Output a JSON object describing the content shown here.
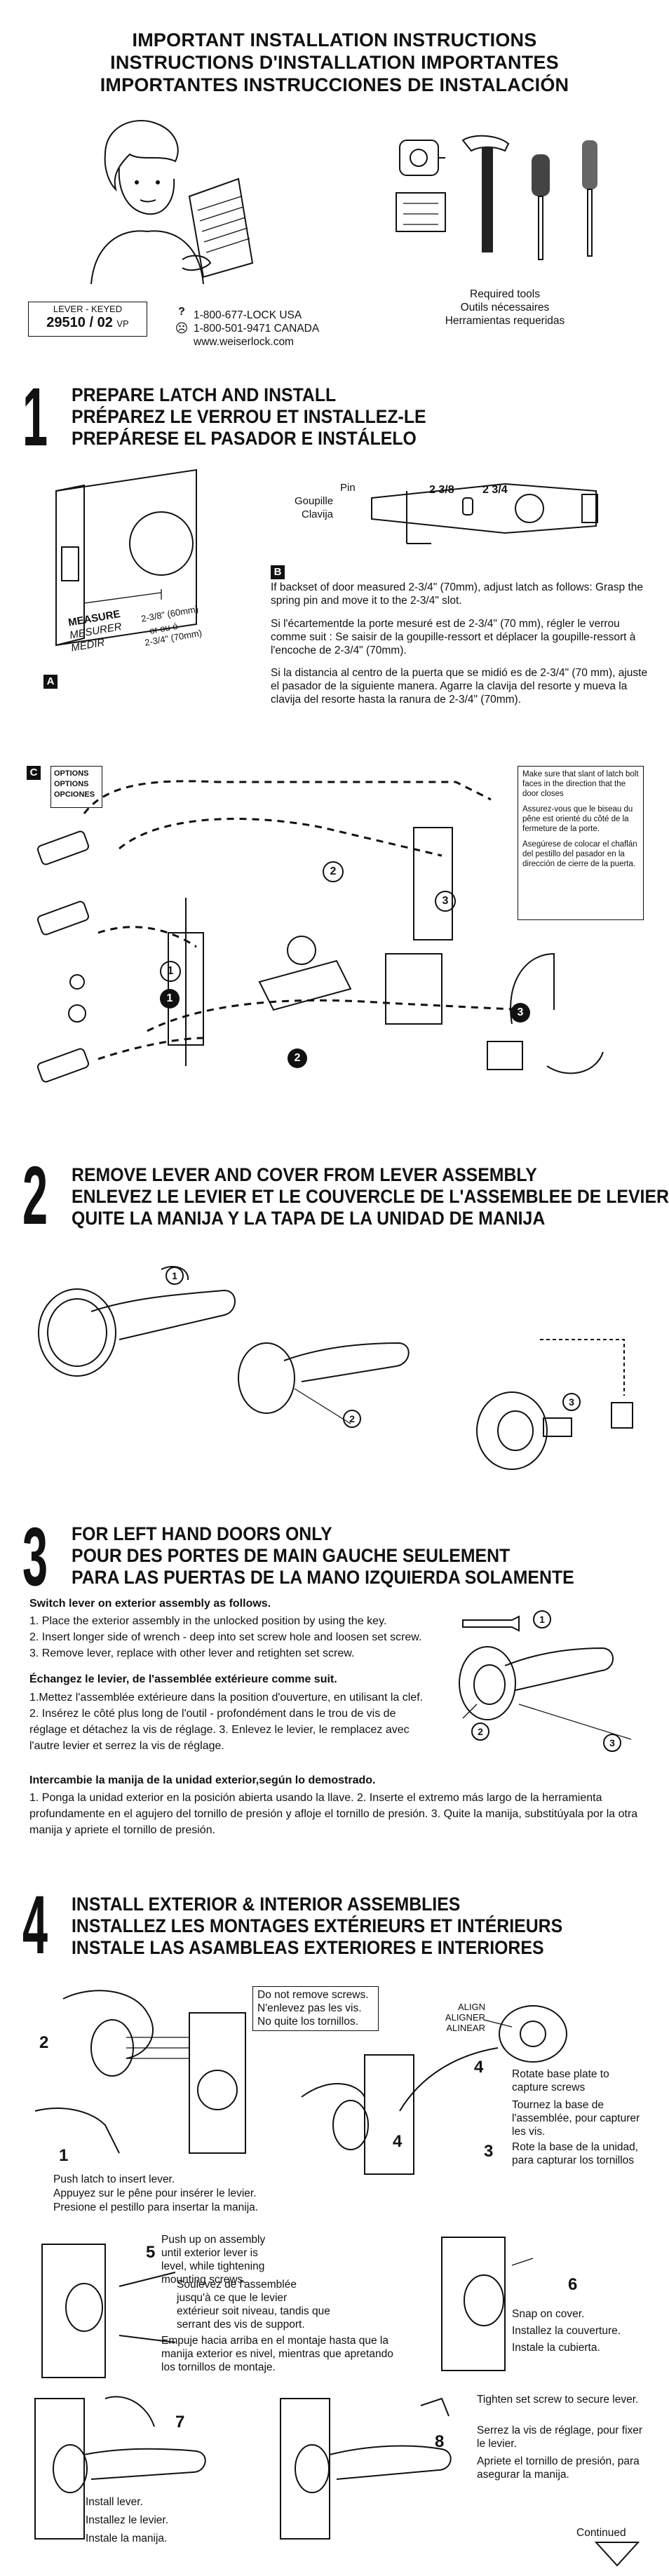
{
  "header": {
    "title_en": "IMPORTANT INSTALLATION INSTRUCTIONS",
    "title_fr": "INSTRUCTIONS D'INSTALLATION IMPORTANTES",
    "title_es": "IMPORTANTES INSTRUCCIONES DE INSTALACIÓN",
    "model_label": "LEVER - KEYED",
    "model_number": "29510 / 02",
    "model_suffix": "VP",
    "phone_usa": "1-800-677-LOCK USA",
    "phone_canada": "1-800-501-9471 CANADA",
    "website": "www.weiserlock.com",
    "tools_en": "Required tools",
    "tools_fr": "Outils nécessaires",
    "tools_es": "Herramientas requeridas"
  },
  "step1": {
    "number": "1",
    "head_en": "PREPARE LATCH AND INSTALL",
    "head_fr": "PRÉPAREZ LE VERROU ET INSTALLEZ-LE",
    "head_es": "PREPÁRESE EL PASADOR E INSTÁLELO",
    "tag_a": "A",
    "tag_b": "B",
    "tag_c": "C",
    "measure_en": "MEASURE",
    "measure_fr": "MESURER",
    "measure_es": "MEDIR",
    "dim_a": "2-3/8\" (60mm)",
    "dim_or": "or ou ó",
    "dim_b": "2-3/4\" (70mm)",
    "pin_en": "Pin",
    "pin_fr": "Goupille",
    "pin_es": "Clavija",
    "slot_a": "2 3/8",
    "slot_b": "2 3/4",
    "b_text_en": "If backset of door measured 2-3/4\" (70mm), adjust latch as follows: Grasp the spring pin and move it to the 2-3/4\" slot.",
    "b_text_fr": "Si l'écartementde la porte mesuré est de 2-3/4\" (70 mm), régler le verrou comme suit : Se saisir de la goupille-ressort et déplacer la goupille-ressort à l'encoche de 2-3/4\" (70mm).",
    "b_text_es": "Si la distancia al centro de la puerta que se midió es de 2-3/4\" (70 mm), ajuste el pasador de la siguiente manera. Agarre la clavija del resorte y mueva la clavija del resorte hasta la ranura de  2-3/4\" (70mm).",
    "options_en": "OPTIONS",
    "options_fr": "OPTIONS",
    "options_es": "OPCIONES",
    "note_en": "Make sure that slant of latch bolt faces in the direction that the door closes",
    "note_fr": "Assurez-vous que le biseau du pêne est orienté du côté de la fermeture de la porte.",
    "note_es": "Asegúrese de colocar el chaflán del pestillo del pasador en la dirección de cierre de la puerta.",
    "c1": "1",
    "c2": "2",
    "c3": "3"
  },
  "step2": {
    "number": "2",
    "head_en": "REMOVE LEVER AND COVER FROM LEVER ASSEMBLY",
    "head_fr": "ENLEVEZ LE LEVIER ET LE COUVERCLE DE L'ASSEMBLEE DE LEVIER",
    "head_es": "QUITE LA MANIJA Y LA TAPA DE LA UNIDAD DE MANIJA",
    "c1": "1",
    "c2": "2",
    "c3": "3"
  },
  "step3": {
    "number": "3",
    "head_en": "FOR LEFT HAND DOORS ONLY",
    "head_fr": "POUR DES PORTES DE MAIN GAUCHE SEULEMENT",
    "head_es": "PARA LAS PUERTAS DE LA MANO IZQUIERDA SOLAMENTE",
    "sub_en": "Switch lever on exterior assembly as follows.",
    "en_1": "1. Place the exterior assembly in the unlocked position by using the key.",
    "en_2": "2. Insert longer side of wrench - deep into set screw hole and loosen set screw.",
    "en_3": "3. Remove lever, replace with other lever and retighten set screw.",
    "sub_fr": "Échangez le levier, de l'assemblée extérieure comme suit.",
    "fr_text": "1.Mettez l'assemblée extérieure dans la position d'ouverture, en utilisant la clef.  2. Insérez le côté plus long de l'outil - profondément dans le trou de vis de réglage et détachez la vis de réglage. 3. Enlevez le levier, le remplacez avec l'autre levier et serrez la vis de réglage.",
    "sub_es": "Intercambie la manija de la unidad exterior,según lo demostrado.",
    "es_text": "1. Ponga la unidad exterior en la posición abierta usando la llave. 2. Inserte el extremo más largo de la herramienta profundamente en el agujero del tornillo de presión y afloje el tornillo de presión. 3. Quite la manija, substitúyala por la otra manija y apriete el tornillo de presión.",
    "c1": "1",
    "c2": "2",
    "c3": "3"
  },
  "step4": {
    "number": "4",
    "head_en": "INSTALL EXTERIOR & INTERIOR ASSEMBLIES",
    "head_fr": "INSTALLEZ LES MONTAGES EXTÉRIEURS ET INTÉRIEURS",
    "head_es": "INSTALE LAS ASAMBLEAS EXTERIORES E INTERIORES",
    "screws_en": "Do not remove screws.",
    "screws_fr": "N'enlevez pas les vis.",
    "screws_es": "No quite los tornillos.",
    "align_en": "ALIGN",
    "align_fr": "ALIGNER",
    "align_es": "ALINEAR",
    "push_en": "Push latch to insert lever.",
    "push_fr": "Appuyez sur le pêne pour insérer le levier.",
    "push_es": "Presione el pestillo para insertar la manija.",
    "rotate_en": "Rotate base plate to capture screws",
    "rotate_fr": "Tournez la base de l'assemblée, pour capturer les vis.",
    "rotate_es": "Rote la base de la unidad, para capturar los tornillos",
    "pushup_en": "Push up on  assembly until exterior lever is level, while tightening mounting screws.",
    "pushup_fr": "Soulevez de l'assemblée jusqu'à ce que le levier extérieur soit niveau, tandis que serrant des vis de support.",
    "pushup_es": "Empuje hacia arriba en el montaje hasta que la manija exterior es nivel, mientras que apretando los tornillos de montaje.",
    "snap_en": "Snap on cover.",
    "snap_fr": "Installez la couverture.",
    "snap_es": "Instale la cubierta.",
    "install_en": "Install lever.",
    "install_fr": "Installez le levier.",
    "install_es": "Instale la manija.",
    "tighten_en": "Tighten set screw to secure lever.",
    "tighten_fr": "Apriete el tornillo de presión, para asegurar la manija.",
    "tighten_es": "Serrez la vis de réglage, pour fixer le levier.",
    "n1": "1",
    "n2": "2",
    "n3": "3",
    "n4a": "4",
    "n4b": "4",
    "n5": "5",
    "n6": "6",
    "n7": "7",
    "n8": "8",
    "continued": "Continued"
  }
}
